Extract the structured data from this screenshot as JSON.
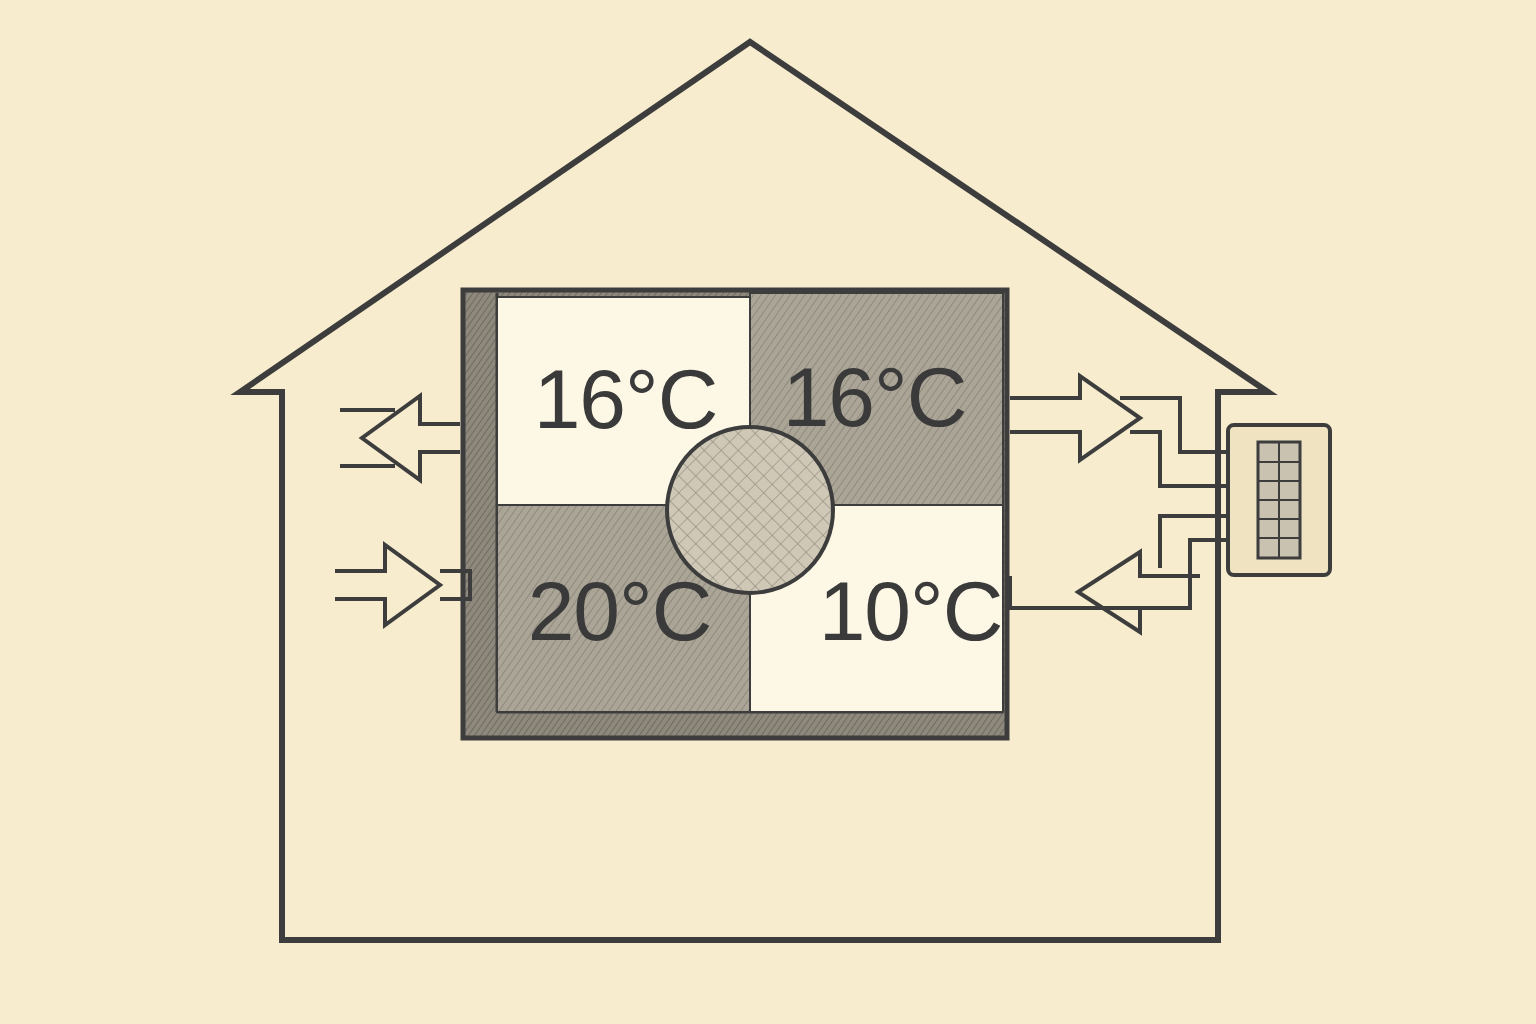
{
  "diagram": {
    "nodes": [
      {
        "text": [
          "16°C"
        ]
      },
      {
        "text": [
          "16°C"
        ]
      },
      {
        "text": [
          "20°C"
        ]
      },
      {
        "text": [
          "10°C"
        ]
      }
    ]
  }
}
